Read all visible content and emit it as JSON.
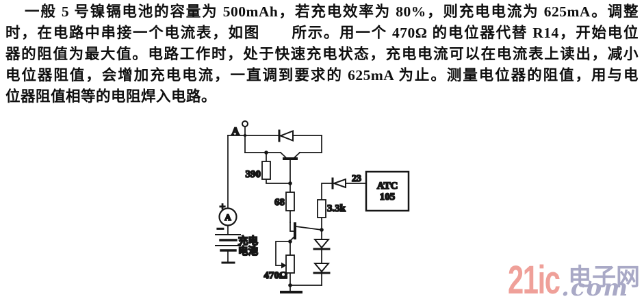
{
  "document": {
    "lines": [
      "一般 5 号镍镉电池的容量为 500mAh，若充电效率为 80%，则充电电流为 625mA。调整",
      "时，在电路中串接一个电流表，如图　　所示。用一个 470Ω 的电位器代替 R14，开始电位",
      "器的阻值为最大值。电路工作时，处于快速充电状态，充电电流可以在电流表上读出，减小",
      "电位器阻值，会增加充电电流，一直调到要求的 625mA 为止。测量电位器的阻值，用与电",
      "位器阻值相等的电阻焊入电路。"
    ]
  },
  "circuit": {
    "terminal_label": "A",
    "plus_label": "+",
    "minus_label": "−",
    "ammeter_label": "A",
    "battery_label": [
      "充电",
      "电池"
    ],
    "resistor_r1": "390",
    "resistor_r2": "68",
    "resistor_r3": "3.3k",
    "potentiometer": "470Ω",
    "ic_pin": "23",
    "ic_name": "ATC",
    "ic_number": "105"
  },
  "watermark": {
    "brand": "21ic",
    "site_cn": "电子网",
    "domain": ".com",
    "brand_color": "#efa099",
    "accent_color": "#a9a9c6"
  }
}
